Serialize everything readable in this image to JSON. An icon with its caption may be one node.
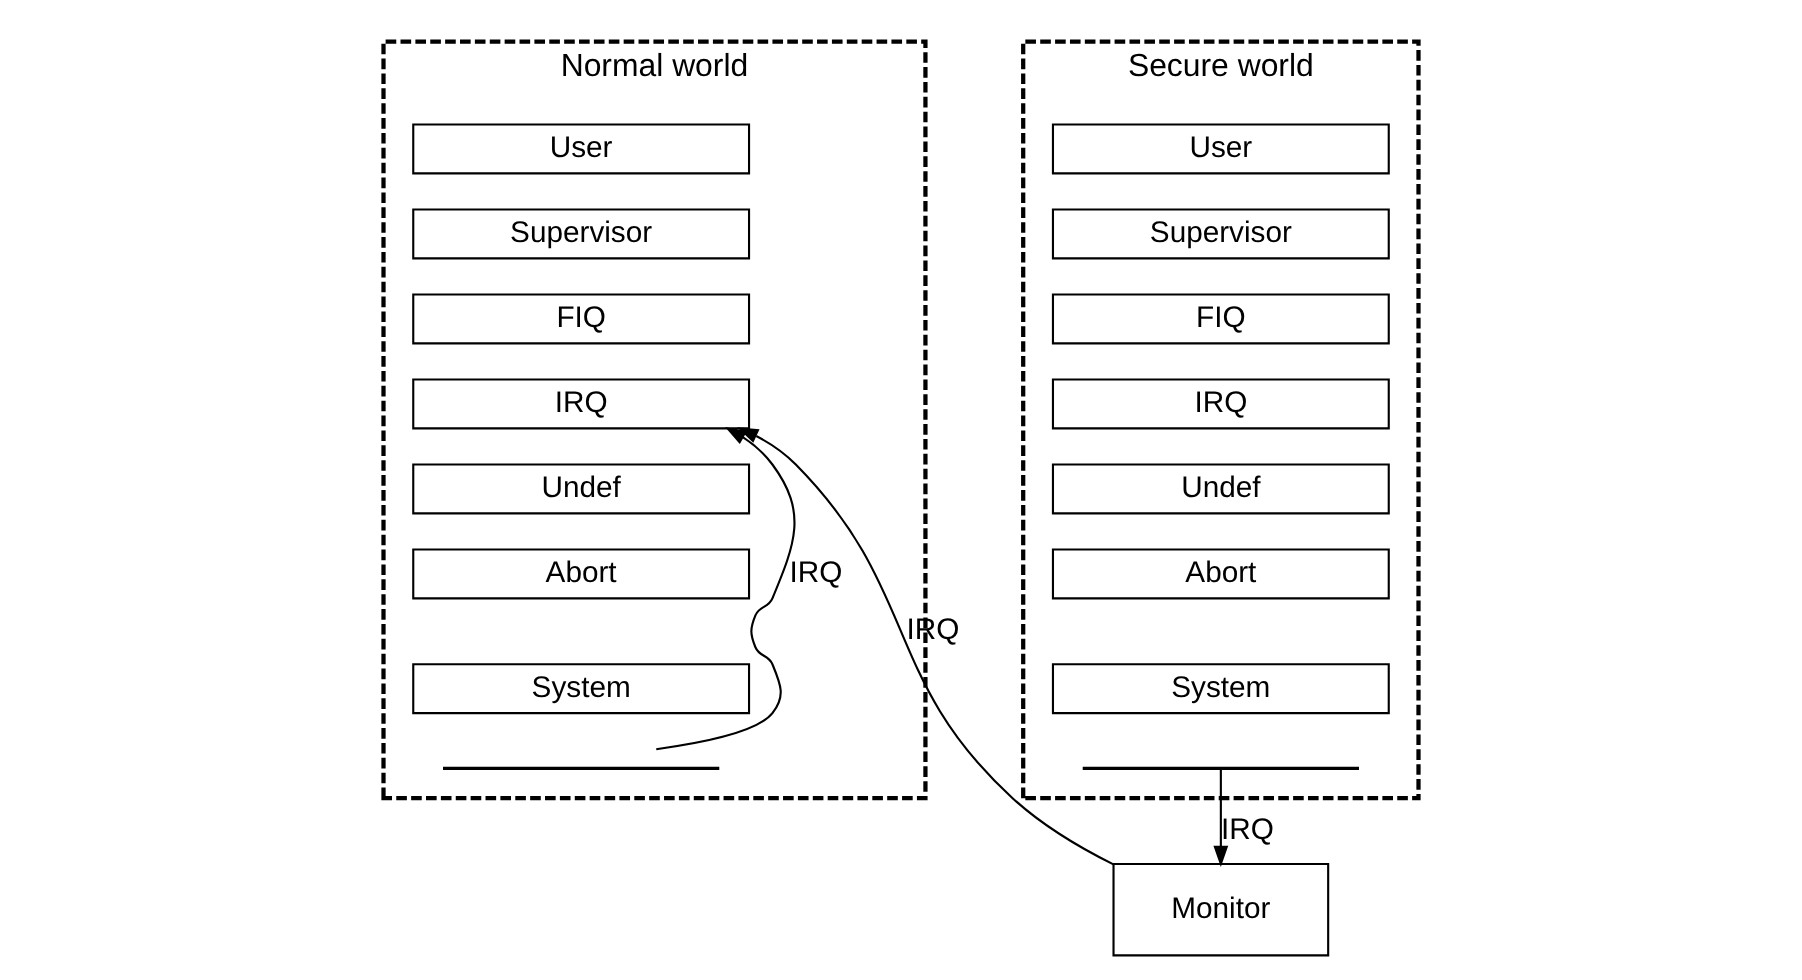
{
  "diagram": {
    "nodes": [
      {
        "text": [
          "Normal world"
        ]
      },
      {
        "text": [
          "User"
        ],
        "in": 0
      },
      {
        "text": [
          "Supervisor"
        ],
        "in": 0
      },
      {
        "text": [
          "FIQ"
        ],
        "in": 0
      },
      {
        "text": [
          "IRQ"
        ],
        "in": 0
      },
      {
        "text": [
          "Undef"
        ],
        "in": 0
      },
      {
        "text": [
          "Abort"
        ],
        "in": 0
      },
      {
        "text": [
          "System"
        ],
        "in": 0
      },
      {
        "text": [],
        "shape": "bracket",
        "in": 0
      },
      {
        "text": [
          "Secure world"
        ]
      },
      {
        "text": [
          "User"
        ],
        "in": 9
      },
      {
        "text": [
          "Supervisor"
        ],
        "in": 9
      },
      {
        "text": [
          "FIQ"
        ],
        "in": 9
      },
      {
        "text": [
          "IRQ"
        ],
        "in": 9
      },
      {
        "text": [
          "Undef"
        ],
        "in": 9
      },
      {
        "text": [
          "Abort"
        ],
        "in": 9
      },
      {
        "text": [
          "System"
        ],
        "in": 9
      },
      {
        "text": [],
        "shape": "bracket",
        "in": 9
      },
      {
        "text": [
          "Monitor"
        ]
      }
    ],
    "edges": [
      {
        "from": 8,
        "to": 4,
        "arrow": "to",
        "label": "IRQ"
      },
      {
        "from": 18,
        "to": 4,
        "arrow": "to",
        "label": "IRQ"
      },
      {
        "from": 17,
        "to": 18,
        "arrow": "to",
        "label": "IRQ"
      }
    ]
  }
}
